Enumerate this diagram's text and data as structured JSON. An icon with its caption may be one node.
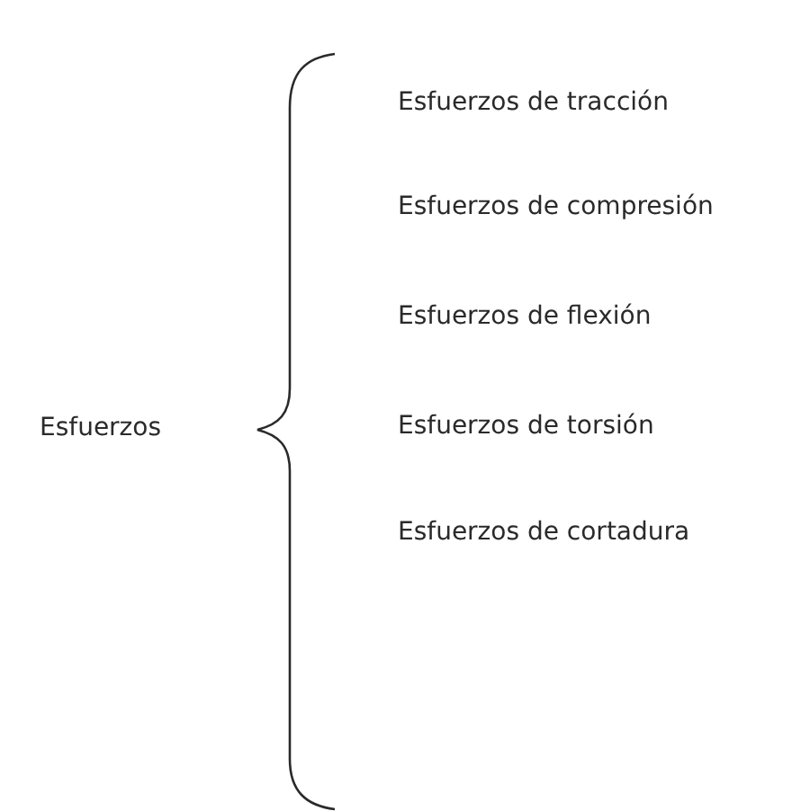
{
  "diagram": {
    "labels": [
      "Esfuerzos",
      "Esfuerzos de tracción",
      "Esfuerzos de compresión",
      "Esfuerzos de flexión",
      "Esfuerzos de torsión",
      "Esfuerzos de cortadura"
    ]
  }
}
